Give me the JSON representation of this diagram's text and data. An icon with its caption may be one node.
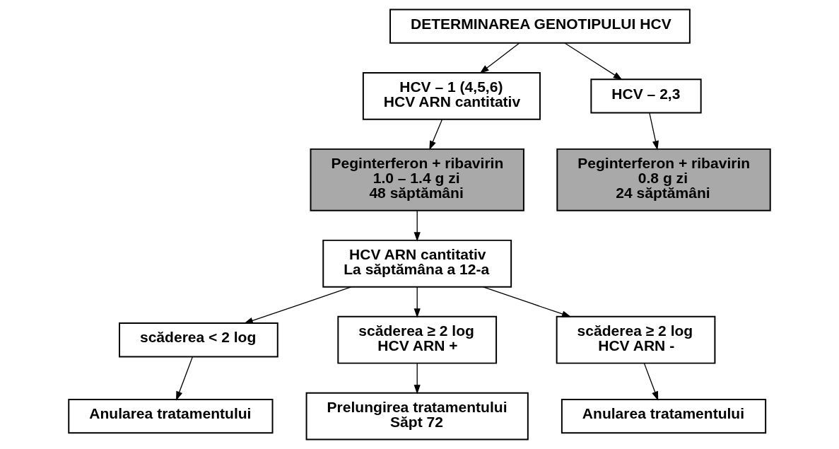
{
  "diagram": {
    "nodes": [
      {
        "text": [
          "DETERMINAREA GENOTIPULUI HCV"
        ]
      },
      {
        "text": [
          "HCV – 1 (4,5,6)",
          "HCV ARN cantitativ"
        ]
      },
      {
        "text": [
          "HCV – 2,3"
        ]
      },
      {
        "text": [
          "Peginterferon + ribavirin",
          "1.0 – 1.4 g zi",
          "48 săptămâni"
        ]
      },
      {
        "text": [
          "Peginterferon + ribavirin",
          "0.8 g zi",
          "24 săptămâni"
        ]
      },
      {
        "text": [
          "HCV ARN cantitativ",
          "La săptămâna a 12-a"
        ]
      },
      {
        "text": [
          "scăderea < 2 log"
        ]
      },
      {
        "text": [
          "scăderea ≥ 2 log",
          "HCV ARN +"
        ]
      },
      {
        "text": [
          "scăderea ≥ 2 log",
          "HCV ARN -"
        ]
      },
      {
        "text": [
          "Anularea tratamentului"
        ]
      },
      {
        "text": [
          "Prelungirea tratamentului",
          "Săpt 72"
        ]
      },
      {
        "text": [
          "Anularea tratamentului"
        ]
      }
    ],
    "edges": [
      {
        "from": 0,
        "to": 1,
        "arrow": "to"
      },
      {
        "from": 0,
        "to": 2,
        "arrow": "to"
      },
      {
        "from": 1,
        "to": 3,
        "arrow": "to"
      },
      {
        "from": 2,
        "to": 4,
        "arrow": "to"
      },
      {
        "from": 3,
        "to": 5,
        "arrow": "to"
      },
      {
        "from": 5,
        "to": 6,
        "arrow": "to"
      },
      {
        "from": 5,
        "to": 7,
        "arrow": "to"
      },
      {
        "from": 5,
        "to": 8,
        "arrow": "to"
      },
      {
        "from": 6,
        "to": 9,
        "arrow": "to"
      },
      {
        "from": 7,
        "to": 10,
        "arrow": "to"
      },
      {
        "from": 8,
        "to": 11,
        "arrow": "to"
      }
    ]
  }
}
